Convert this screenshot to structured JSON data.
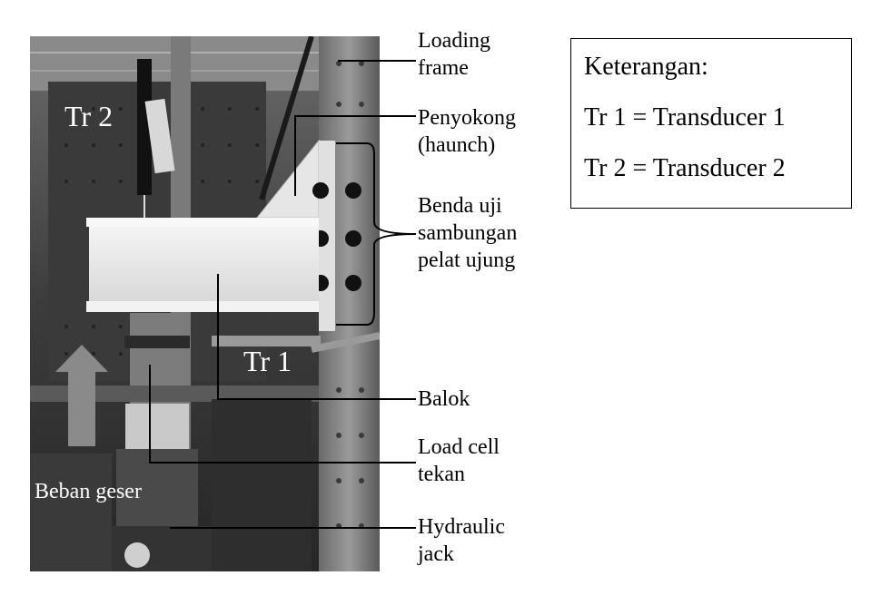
{
  "photo_labels": {
    "tr2": "Tr 2",
    "tr1": "Tr 1",
    "load": "Beban geser"
  },
  "callouts": [
    {
      "line1": "Loading",
      "line2": "frame"
    },
    {
      "line1": "Penyokong",
      "line2": "(haunch)"
    },
    {
      "line1": "Benda uji",
      "line2": "sambungan",
      "line3": "pelat ujung"
    },
    {
      "line1": "Balok"
    },
    {
      "line1": "Load cell",
      "line2": "tekan"
    },
    {
      "line1": "Hydraulic",
      "line2": "jack"
    }
  ],
  "legend": {
    "title": "Keterangan:",
    "items": [
      "Tr 1 = Transducer 1",
      "Tr 2 = Transducer 2"
    ]
  }
}
